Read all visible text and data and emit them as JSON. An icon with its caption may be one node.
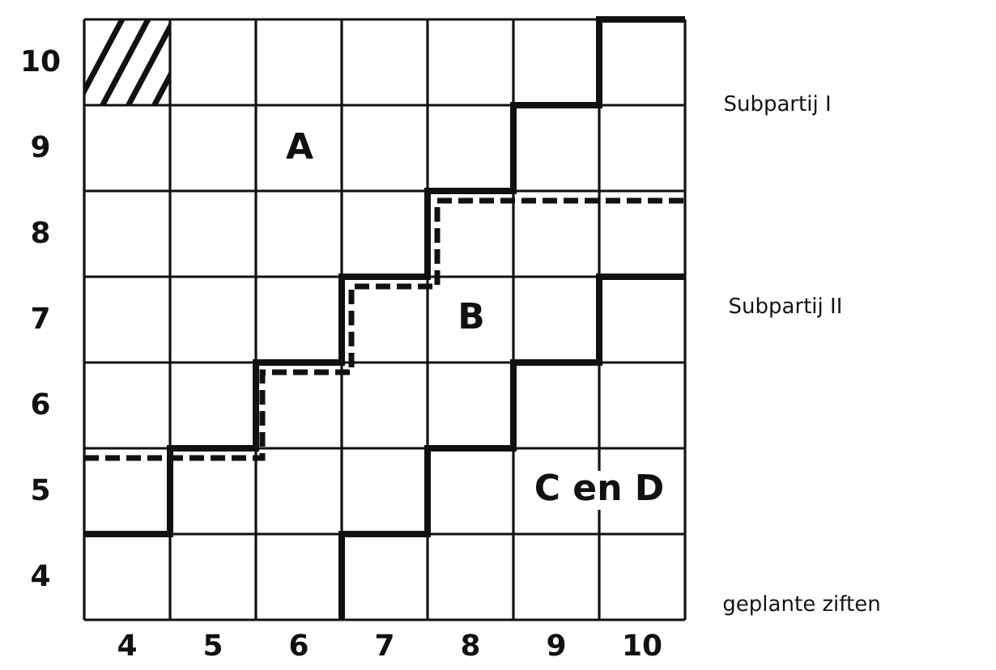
{
  "diagram": {
    "labels": [
      "10",
      "Subpartij I",
      "9",
      "A",
      "8",
      "7",
      "B",
      "Subpartij II",
      "6",
      "5",
      "C en D",
      "4",
      "4",
      "5",
      "6",
      "7",
      "8",
      "9",
      "10",
      "geplante ziften"
    ]
  }
}
